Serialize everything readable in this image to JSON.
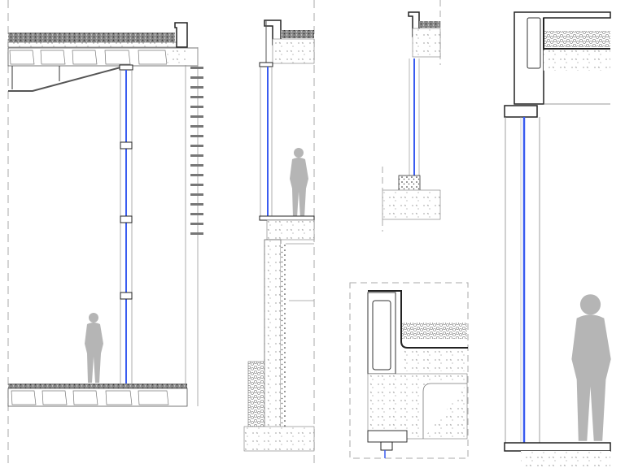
{
  "drawing": {
    "sections": [
      {
        "id": "full-height-curtain-wall-section"
      },
      {
        "id": "storey-curtain-wall-section"
      },
      {
        "id": "window-head-sill-section"
      },
      {
        "id": "parapet-detail"
      },
      {
        "id": "enlarged-curtain-wall-section"
      }
    ],
    "colors": {
      "glass": "#3a5cf0",
      "line": "#333333",
      "figure": "#b5b5b5",
      "dashed_border": "#aaaaaa",
      "gravel": "#555555"
    }
  }
}
